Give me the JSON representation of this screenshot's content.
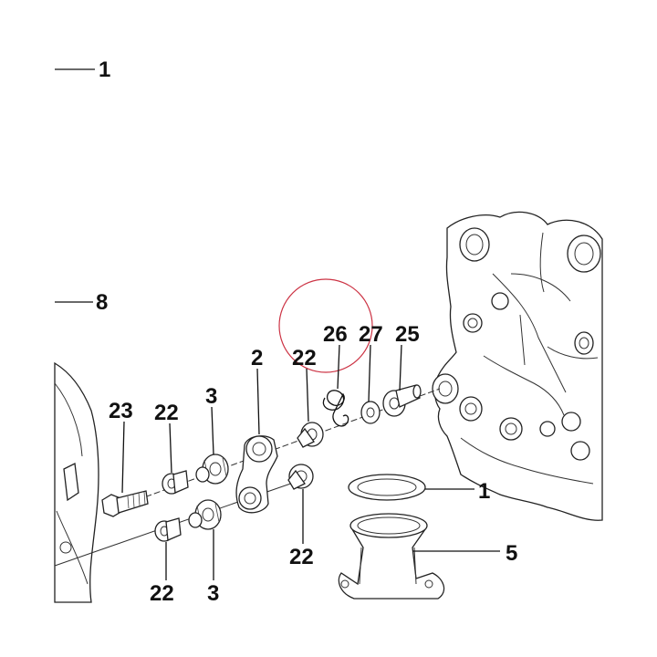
{
  "labels": {
    "ref_1_top": "1",
    "ref_8": "8",
    "p26": "26",
    "p27": "27",
    "p25": "25",
    "p2": "2",
    "p22_upper": "22",
    "p23": "23",
    "p22_left": "22",
    "p3_upper": "3",
    "p22_lower_mid": "22",
    "p22_bottom_left": "22",
    "p3_lower": "3",
    "p1_seal": "1",
    "p5": "5"
  },
  "highlight": {
    "color": "#cc3344"
  }
}
